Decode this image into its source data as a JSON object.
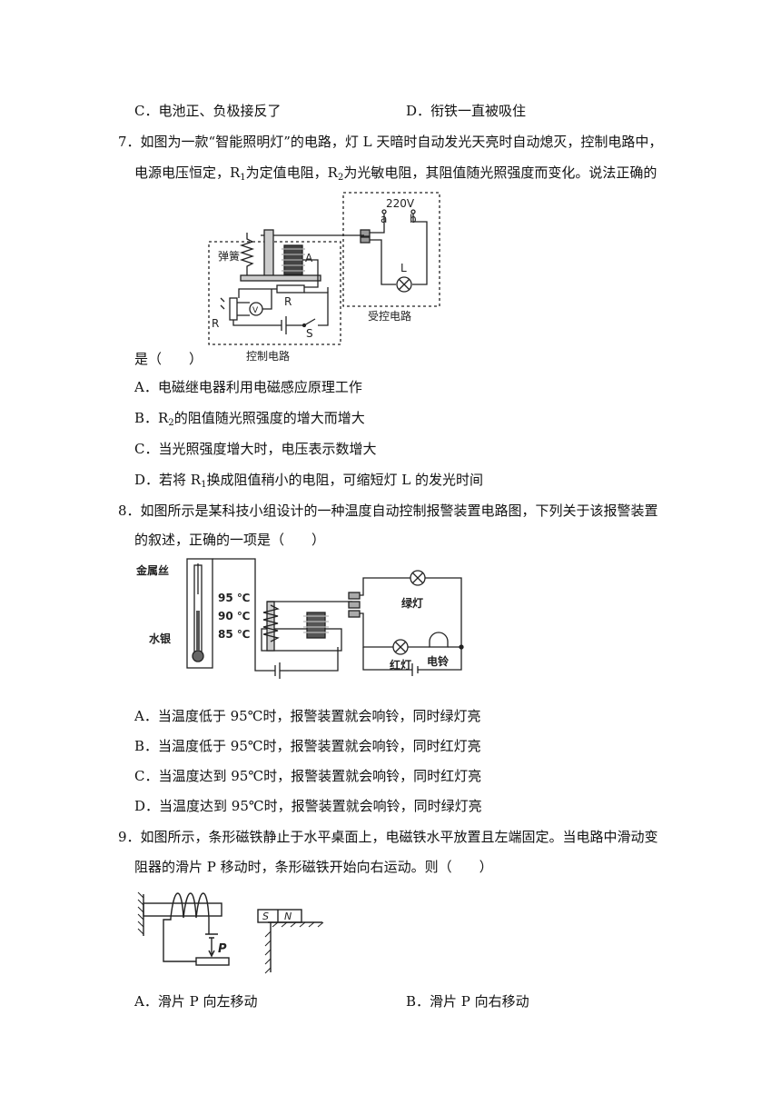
{
  "q6": {
    "optC": "C．电池正、负极接反了",
    "optD": "D．衔铁一直被吸住"
  },
  "q7": {
    "stem_line1": "7．如图为一款“智能照明灯”的电路，灯 L 天暗时自动发光天亮时自动熄灭，控制电路中，",
    "stem_line2_a": "电源电压恒定，R",
    "stem_line2_b": "为定值电阻，R",
    "stem_line2_c": "为光敏电阻，其阻值随光照强度而变化。说法正确的",
    "sub1": "1",
    "sub2": "2",
    "stem_line3": "是（　　）",
    "figure": {
      "label_220v": "220V",
      "label_a": "a",
      "label_b": "b",
      "label_spring": "弹簧",
      "label_A": "A",
      "label_L": "L",
      "label_R1": "R",
      "label_R2": "R",
      "label_V": "V",
      "label_S": "S",
      "label_controlled": "受控电路",
      "label_control": "控制电路"
    },
    "optA": "A．电磁继电器利用电磁感应原理工作",
    "optB_a": "B．R",
    "optB_b": "的阻值随光照强度的增大而增大",
    "optC": "C．当光照强度增大时，电压表示数增大",
    "optD_a": "D．若将 R",
    "optD_b": "换成阻值稍小的电阻，可缩短灯 L 的发光时间"
  },
  "q8": {
    "stem_line1": "8．如图所示是某科技小组设计的一种温度自动控制报警装置电路图，下列关于该报警装置",
    "stem_line2": "的叙述，正确的一项是（　　）",
    "figure": {
      "label_wire": "金属丝",
      "label_mercury": "水银",
      "label_95": "95 ℃",
      "label_90": "90 ℃",
      "label_85": "85 ℃",
      "label_green": "绿灯",
      "label_red": "红灯",
      "label_bell": "电铃"
    },
    "optA": "A．当温度低于 95℃时，报警装置就会响铃，同时绿灯亮",
    "optB": "B．当温度低于 95℃时，报警装置就会响铃，同时红灯亮",
    "optC": "C．当温度达到 95℃时，报警装置就会响铃，同时红灯亮",
    "optD": "D．当温度达到 95℃时，报警装置就会响铃，同时绿灯亮"
  },
  "q9": {
    "stem_line1": "9．如图所示，条形磁铁静止于水平桌面上，电磁铁水平放置且左端固定。当电路中滑动变",
    "stem_line2": "阻器的滑片 P 移动时，条形磁铁开始向右运动。则（　　）",
    "figure": {
      "label_S": "S",
      "label_N": "N",
      "label_P": "P"
    },
    "optA": "A．滑片 P 向左移动",
    "optB": "B．滑片 P 向右移动"
  }
}
